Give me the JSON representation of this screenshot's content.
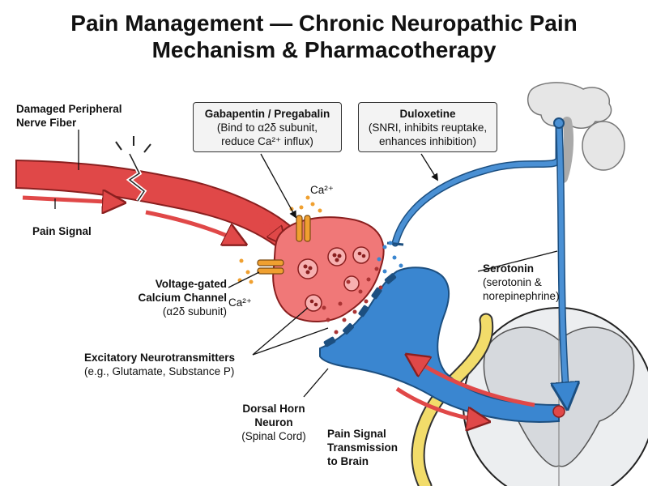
{
  "title": {
    "line1": "Pain Management — Chronic Neuropathic Pain",
    "line2": "Mechanism & Pharmacotherapy"
  },
  "labels": {
    "nerve": {
      "line1": "Damaged Peripheral",
      "line2": "Nerve Fiber"
    },
    "pain_signal": "Pain Signal",
    "gabapentin": {
      "name": "Gabapentin / Pregabalin",
      "line1": "(Bind to α2δ subunit,",
      "line2": "reduce Ca²⁺ influx)"
    },
    "duloxetine": {
      "name": "Duloxetine",
      "line1": "(SNRI, inhibits reuptake,",
      "line2": "enhances inhibition)"
    },
    "ca_top": "Ca²⁺",
    "ca_left": "Ca²⁺",
    "vgcc": {
      "line1": "Voltage-gated",
      "line2": "Calcium Channel",
      "line3": "(α2δ subunit)"
    },
    "excitatory": {
      "line1": "Excitatory Neurotransmitters",
      "line2": "(e.g., Glutamate, Substance P)"
    },
    "dorsal_horn": {
      "line1": "Dorsal Horn",
      "line2": "Neuron",
      "line3": "(Spinal Cord)"
    },
    "transmission": {
      "line1": "Pain Signal",
      "line2": "Transmission",
      "line3": "to Brain"
    },
    "serotonin": {
      "name": "Serotonin",
      "line1": "(serotonin &",
      "line2": "norepinephrine)"
    }
  },
  "colors": {
    "nerve_red": "#e04848",
    "terminal": "#f07878",
    "neuron_blue": "#3a86d0",
    "descending_blue": "#4a90d4",
    "channel_orange": "#f0a030",
    "yellow_fiber": "#f2dc6a",
    "spinal_gray": "#d6d9dd"
  }
}
